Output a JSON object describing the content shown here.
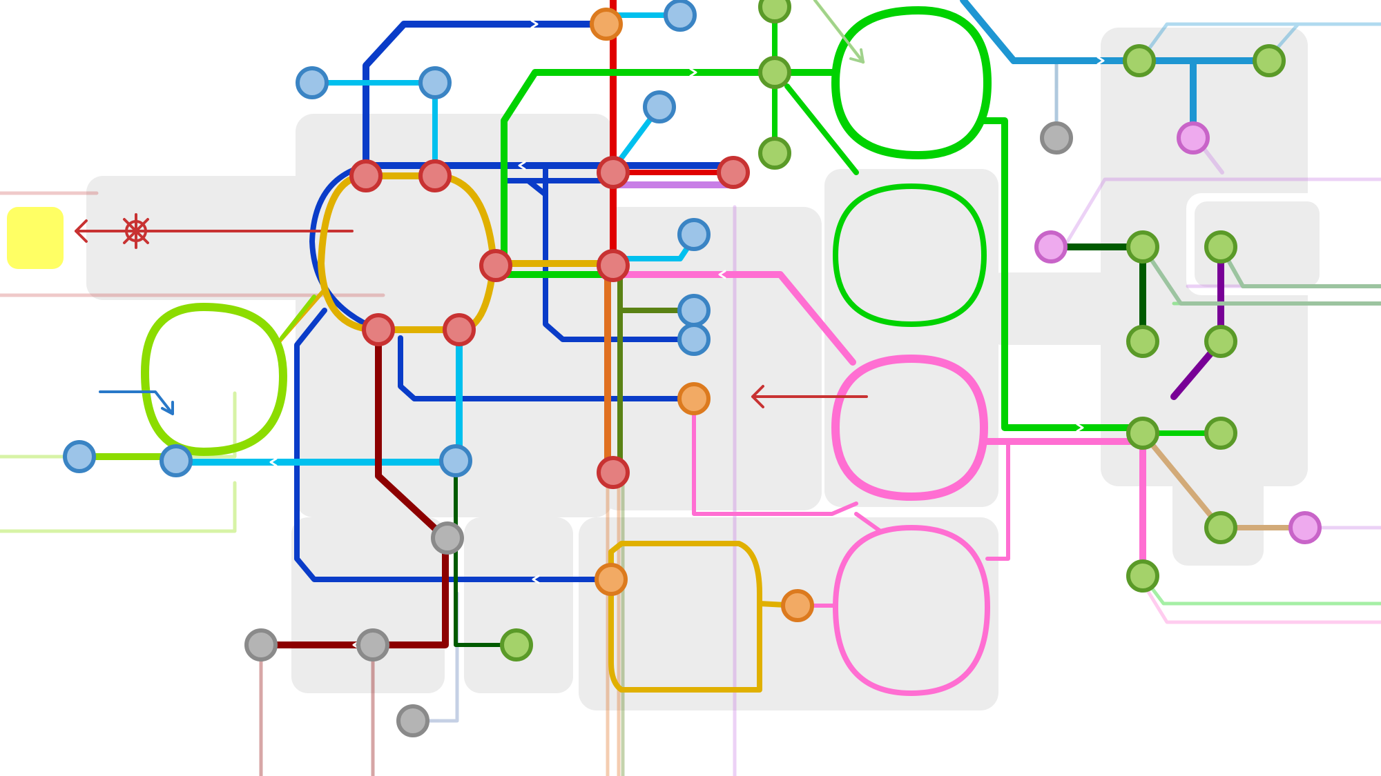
{
  "colors": {
    "background": "#ffffff",
    "compartment": "#ececec",
    "blue": "#0a3cc8",
    "cyan": "#00c0ee",
    "sky": "#1e96d2",
    "red": "#e00000",
    "darkred": "#8c0000",
    "orange": "#e0b000",
    "darkorange": "#e07020",
    "green": "#00d200",
    "lime": "#8cdc00",
    "olive": "#5a8214",
    "darkgreen": "#005a00",
    "magenta": "#ff6ed2",
    "purple": "#780096",
    "violet": "#c87ee6",
    "tan": "#d2aa78",
    "grayline": "#a0b4d2",
    "yellow_box": "#ffff64"
  },
  "station_fill": {
    "salmon": "#e47f7f",
    "salmon_edge": "#c83232",
    "skyblue": "#9cc4e8",
    "skyblue_edge": "#3a84c4",
    "orange": "#f2aa64",
    "orange_edge": "#dc7a1e",
    "lightgreen": "#a4d26a",
    "lightgreen_edge": "#5a9a28",
    "gray": "#b4b4b4",
    "gray_edge": "#8a8a8a",
    "pink": "#eeaaee",
    "pink_edge": "#c864c8"
  },
  "icons": {
    "sink_box": "yellow-rounded-square",
    "degradation": "red-asterisk-flower",
    "arrows": "flux-arrow"
  }
}
